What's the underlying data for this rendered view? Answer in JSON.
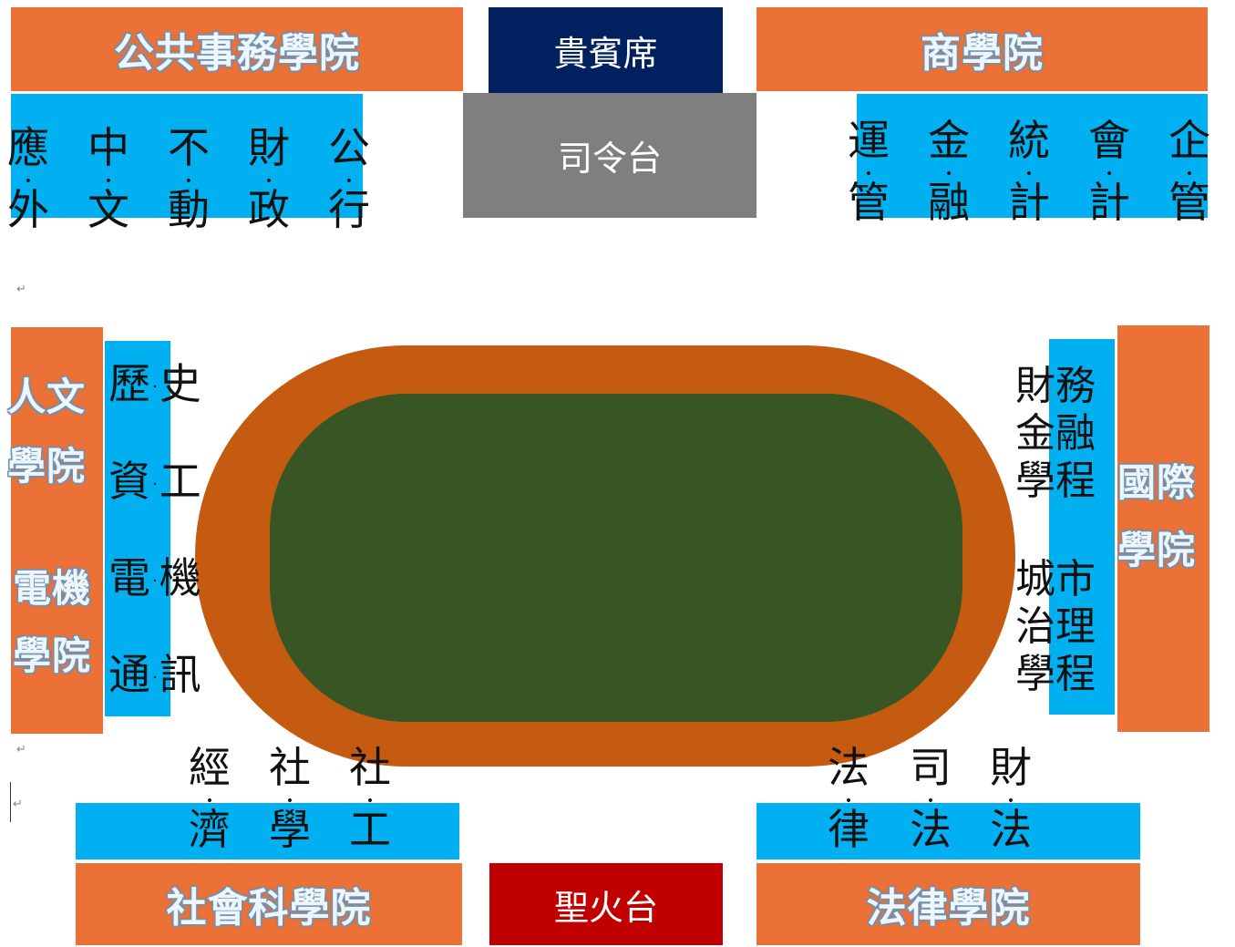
{
  "colleges": {
    "public_affairs": "公共事務學院",
    "vip": "貴賓席",
    "business": "商學院",
    "podium": "司令台",
    "humanities_line1": "人文",
    "humanities_line2": "學院",
    "eecs_line1": "電機",
    "eecs_line2": "學院",
    "international_line1": "國際",
    "international_line2": "學院",
    "social_sciences": "社會科學院",
    "torch": "聖火台",
    "law": "法律學院"
  },
  "public_affairs_depts": [
    {
      "top": "應",
      "bottom": "外"
    },
    {
      "top": "中",
      "bottom": "文"
    },
    {
      "top": "不",
      "bottom": "動"
    },
    {
      "top": "財",
      "bottom": "政"
    },
    {
      "top": "公",
      "bottom": "行"
    }
  ],
  "business_depts": [
    {
      "top": "運",
      "bottom": "管"
    },
    {
      "top": "金",
      "bottom": "融"
    },
    {
      "top": "統",
      "bottom": "計"
    },
    {
      "top": "會",
      "bottom": "計"
    },
    {
      "top": "企",
      "bottom": "管"
    }
  ],
  "left_depts": [
    {
      "a": "歷",
      "b": "史"
    },
    {
      "a": "資",
      "b": "工"
    },
    {
      "a": "電",
      "b": "機"
    },
    {
      "a": "通",
      "b": "訊"
    }
  ],
  "right_depts": {
    "group1": [
      "財務",
      "金融",
      "學程"
    ],
    "group2": [
      "城市",
      "治理",
      "學程"
    ]
  },
  "social_depts": [
    {
      "top": "經",
      "bottom": "濟"
    },
    {
      "top": "社",
      "bottom": "學"
    },
    {
      "top": "社",
      "bottom": "工"
    }
  ],
  "law_depts": [
    {
      "top": "法",
      "bottom": "律"
    },
    {
      "top": "司",
      "bottom": "法"
    },
    {
      "top": "財",
      "bottom": "法"
    }
  ],
  "colors": {
    "orange": "#ec7136",
    "blue": "#00b0f0",
    "navy": "#002060",
    "gray": "#7f7f7f",
    "red": "#c00000",
    "track": "#c55a11",
    "field": "#375623"
  }
}
